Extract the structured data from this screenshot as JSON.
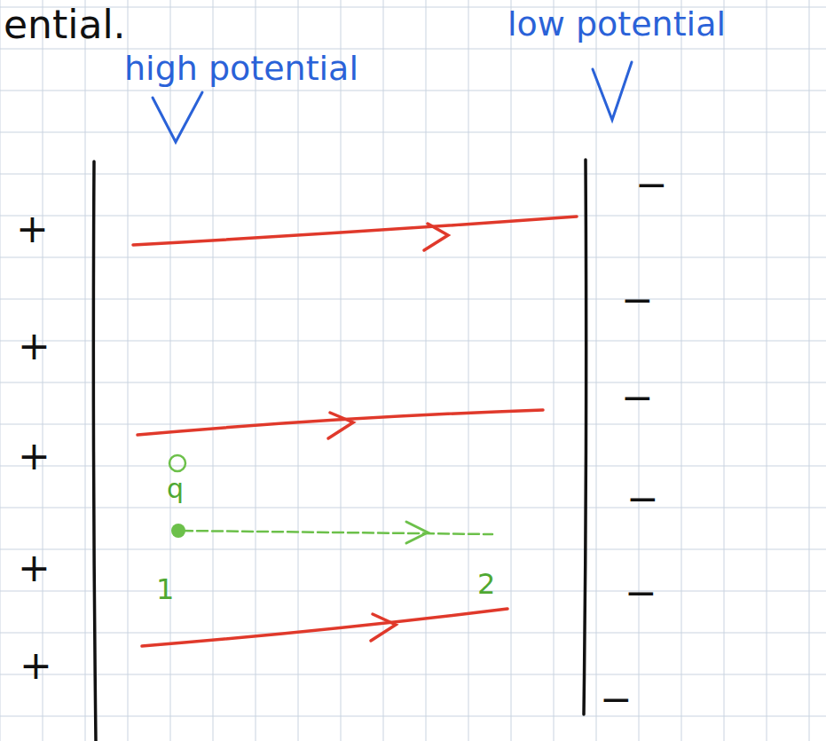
{
  "diagram": {
    "labels": [
      "ential.",
      "high potential",
      "low potential",
      "+",
      "+",
      "+",
      "+",
      "+",
      "−",
      "−",
      "−",
      "−",
      "−",
      "−",
      "q",
      "1",
      "2"
    ]
  }
}
